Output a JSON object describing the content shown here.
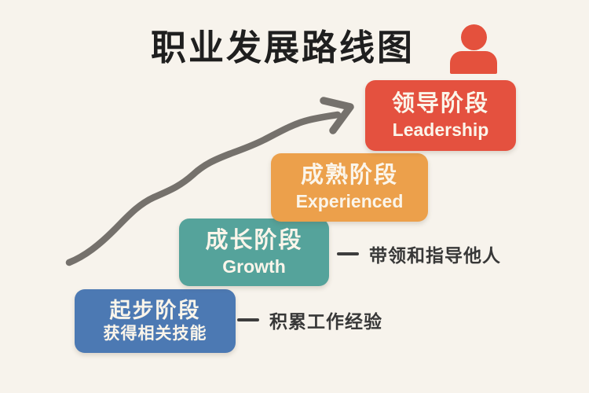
{
  "page": {
    "background_color": "#F7F3EC",
    "title": "职业发展路线图",
    "title_color": "#1F1F1F"
  },
  "person_icon": {
    "name": "person-icon",
    "color": "#E4513D"
  },
  "arrow": {
    "name": "growth-arrow",
    "color": "#75716C"
  },
  "stages": [
    {
      "id": "start",
      "title": "起步阶段",
      "subtitle": "获得相关技能",
      "color": "#4C79B3"
    },
    {
      "id": "growth",
      "title": "成长阶段",
      "subtitle": "Growth",
      "color": "#55A39B"
    },
    {
      "id": "experienced",
      "title": "成熟阶段",
      "subtitle": "Experienced",
      "color": "#ECA04B"
    },
    {
      "id": "leadership",
      "title": "领导阶段",
      "subtitle": "Leadership",
      "color": "#E4513F"
    }
  ],
  "annotations": [
    {
      "text": "积累工作经验",
      "linked_stage": "起步阶段"
    },
    {
      "text": "带领和指导他人",
      "linked_stage": "成长阶段"
    }
  ]
}
